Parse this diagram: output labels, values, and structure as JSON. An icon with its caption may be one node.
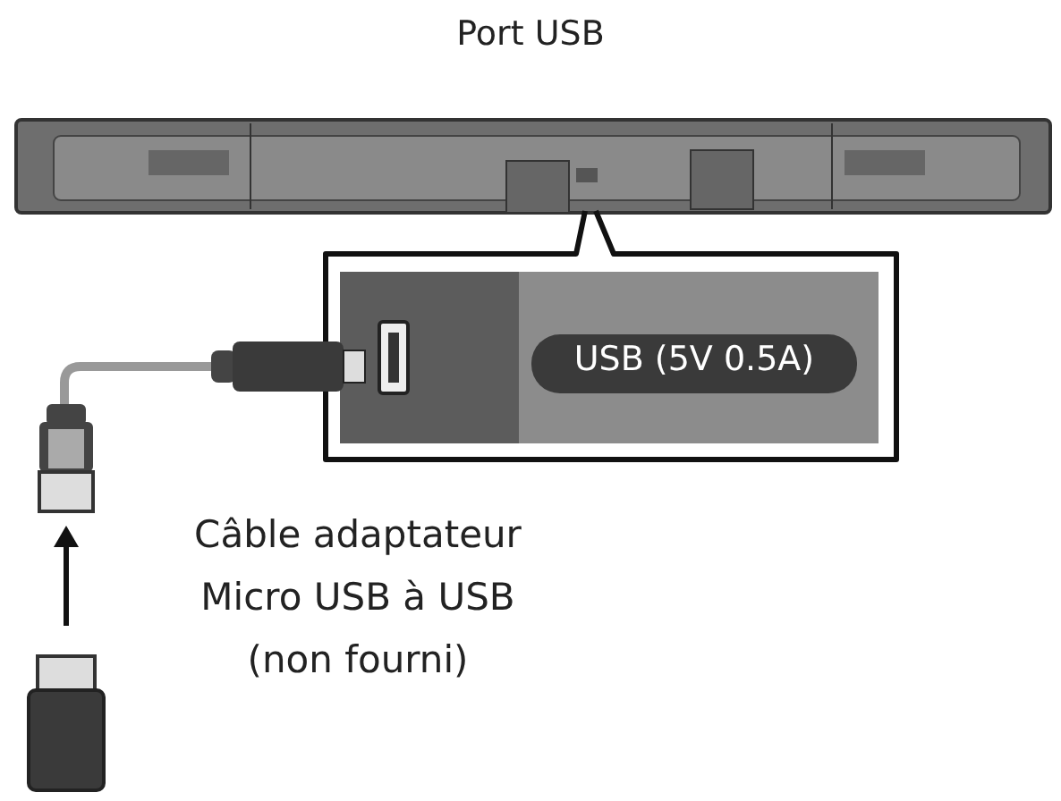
{
  "diagram": {
    "title": "Port USB",
    "labels": [
      "USB (5V 0.5A)",
      "Câble adaptateur Micro USB à USB (non fourni)"
    ]
  }
}
